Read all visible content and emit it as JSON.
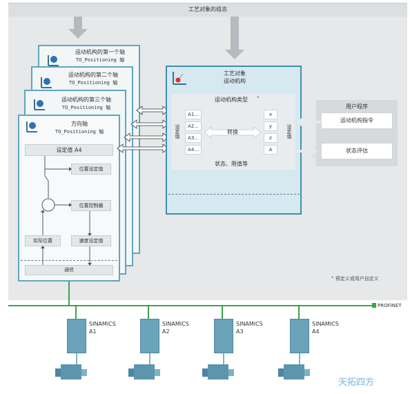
{
  "header": {
    "title": "工艺对象的组态"
  },
  "axes": [
    {
      "title": "运动机构的第一个轴",
      "subtitle": "TO_Positioning 轴"
    },
    {
      "title": "运动机构的第二个轴",
      "subtitle": "TO_Positioning 轴"
    },
    {
      "title": "运动机构的第三个轴",
      "subtitle": "TO_Positioning 轴"
    }
  ],
  "front_axis": {
    "title": "方向轴",
    "subtitle": "TO_Positioning 轴",
    "setpoint": "设定值 A4",
    "position_setpoint": "位置设定值",
    "position_controller": "位置控制器",
    "actual_position": "实际位置",
    "velocity_setpoint": "速度设定值",
    "communication": "通信"
  },
  "kinematics": {
    "title_line1": "工艺对象",
    "title_line2": "运动机构",
    "type_label": "运动机构类型",
    "type_marker": "°",
    "left_vertical": "设定值",
    "right_vertical": "设定值",
    "inputs": [
      "A1...",
      "A2...",
      "A3...",
      "A4..."
    ],
    "outputs": [
      "x",
      "y",
      "z",
      "A"
    ],
    "transform": "转换",
    "status": "状态、限值等"
  },
  "user_program": {
    "title": "用户程序",
    "command": "运动机构指令",
    "evaluation": "状态评估"
  },
  "footnote": "° 预定义或用户自定义",
  "network": {
    "label": "PROFINET"
  },
  "drives": [
    {
      "name": "SINAMICS",
      "id": "A1"
    },
    {
      "name": "SINAMICS",
      "id": "A2"
    },
    {
      "name": "SINAMICS",
      "id": "A3"
    },
    {
      "name": "SINAMICS",
      "id": "A4"
    }
  ],
  "watermark": "天拓四方",
  "colors": {
    "frame": "#3f8faf",
    "card_border": "#5ea6bf",
    "network": "#3aa34a",
    "arrow": "#aab0b5"
  }
}
